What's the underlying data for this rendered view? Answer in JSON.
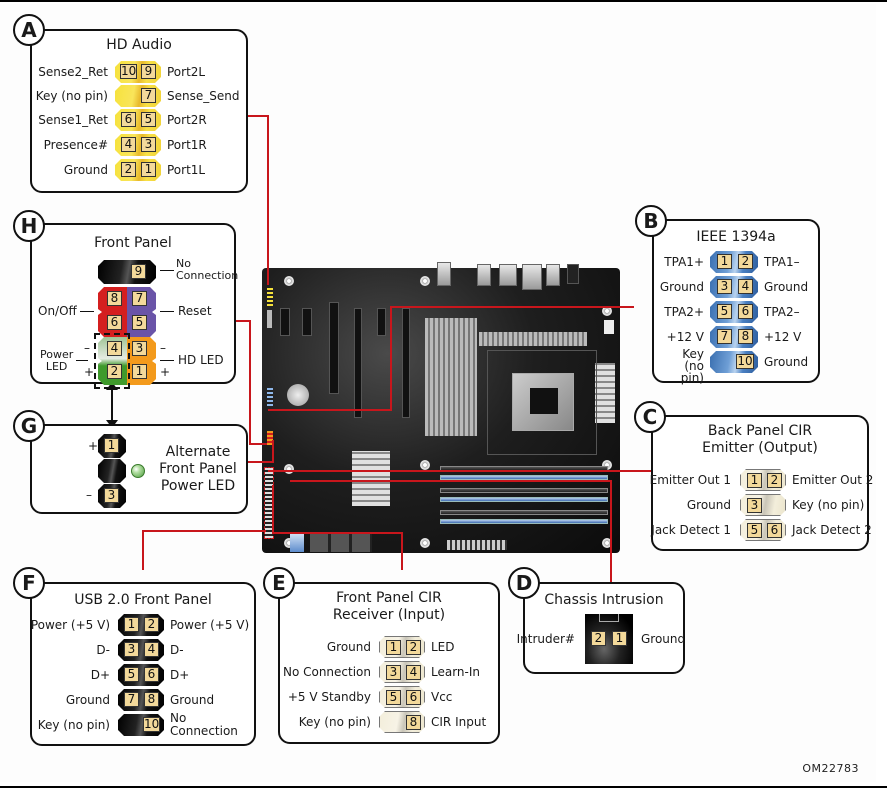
{
  "figure_id": "OM22783",
  "panels": {
    "A": {
      "badge": "A",
      "title": "HD Audio",
      "rows": [
        {
          "left": "Sense2_Ret",
          "pins": [
            "10",
            "9"
          ],
          "right": "Port2L"
        },
        {
          "left": "Key (no pin)",
          "pins": [
            "",
            "7"
          ],
          "right": "Sense_Send"
        },
        {
          "left": "Sense1_Ret",
          "pins": [
            "6",
            "5"
          ],
          "right": "Port2R"
        },
        {
          "left": "Presence#",
          "pins": [
            "4",
            "3"
          ],
          "right": "Port1R"
        },
        {
          "left": "Ground",
          "pins": [
            "2",
            "1"
          ],
          "right": "Port1L"
        }
      ]
    },
    "B": {
      "badge": "B",
      "title": "IEEE 1394a",
      "rows": [
        {
          "left": "TPA1+",
          "pins": [
            "1",
            "2"
          ],
          "right": "TPA1–"
        },
        {
          "left": "Ground",
          "pins": [
            "3",
            "4"
          ],
          "right": "Ground"
        },
        {
          "left": "TPA2+",
          "pins": [
            "5",
            "6"
          ],
          "right": "TPA2–"
        },
        {
          "left": "+12 V",
          "pins": [
            "7",
            "8"
          ],
          "right": "+12 V"
        },
        {
          "left": "Key (no pin)",
          "pins": [
            "",
            "10"
          ],
          "right": "Ground"
        }
      ]
    },
    "C": {
      "badge": "C",
      "title": "Back Panel CIR Emitter (Output)",
      "title_line1": "Back Panel CIR",
      "title_line2": "Emitter (Output)",
      "rows": [
        {
          "left": "Emitter Out 1",
          "pins": [
            "1",
            "2"
          ],
          "right": "Emitter Out 2"
        },
        {
          "left": "Ground",
          "pins": [
            "3",
            ""
          ],
          "right": "Key (no pin)"
        },
        {
          "left": "Jack Detect 1",
          "pins": [
            "5",
            "6"
          ],
          "right": "Jack Detect 2"
        }
      ]
    },
    "D": {
      "badge": "D",
      "title": "Chassis Intrusion",
      "left": "Intruder#",
      "pins": [
        "2",
        "1"
      ],
      "right": "Ground"
    },
    "E": {
      "badge": "E",
      "title_line1": "Front Panel CIR",
      "title_line2": "Receiver (Input)",
      "rows": [
        {
          "left": "Ground",
          "pins": [
            "1",
            "2"
          ],
          "right": "LED"
        },
        {
          "left": "No Connection",
          "pins": [
            "3",
            "4"
          ],
          "right": "Learn-In"
        },
        {
          "left": "+5 V Standby",
          "pins": [
            "5",
            "6"
          ],
          "right": "Vcc"
        },
        {
          "left": "Key (no pin)",
          "pins": [
            "",
            "8"
          ],
          "right": "CIR Input"
        }
      ]
    },
    "F": {
      "badge": "F",
      "title": "USB 2.0 Front Panel",
      "rows": [
        {
          "left": "Power (+5 V)",
          "pins": [
            "1",
            "2"
          ],
          "right": "Power (+5 V)"
        },
        {
          "left": "D-",
          "pins": [
            "3",
            "4"
          ],
          "right": "D-"
        },
        {
          "left": "D+",
          "pins": [
            "5",
            "6"
          ],
          "right": "D+"
        },
        {
          "left": "Ground",
          "pins": [
            "7",
            "8"
          ],
          "right": "Ground"
        },
        {
          "left": "Key (no pin)",
          "pins": [
            "",
            "10"
          ],
          "right_line1": "No",
          "right_line2": "Connection"
        }
      ]
    },
    "G": {
      "badge": "G",
      "title_line1": "Alternate",
      "title_line2": "Front Panel",
      "title_line3": "Power LED",
      "pins": [
        "1",
        "3"
      ],
      "plus": "+",
      "minus": "–"
    },
    "H": {
      "badge": "H",
      "title": "Front Panel",
      "pins": {
        "p9": "9",
        "p8": "8",
        "p7": "7",
        "p6": "6",
        "p5": "5",
        "p4": "4",
        "p3": "3",
        "p2": "2",
        "p1": "1"
      },
      "labels": {
        "no_connection_1": "No",
        "no_connection_2": "Connection",
        "on_off": "On/Off",
        "reset": "Reset",
        "power_led_1": "Power",
        "power_led_2": "LED",
        "hd_led": "HD LED",
        "minus": "–",
        "plus": "+"
      },
      "colors": {
        "on_off": "#d41f1f",
        "reset": "#6a54a8",
        "power_led": "#3f9a2c",
        "hd_led": "#f39a1c",
        "no_conn": "#111111"
      }
    }
  },
  "colors": {
    "callout_line": "#c8161c",
    "hd_audio_header": "#f6e23c",
    "ieee_header": "#4a80c2",
    "cir_header": "#f3eedb",
    "usb_header": "#111111",
    "pin_face": "#f3d99a"
  }
}
